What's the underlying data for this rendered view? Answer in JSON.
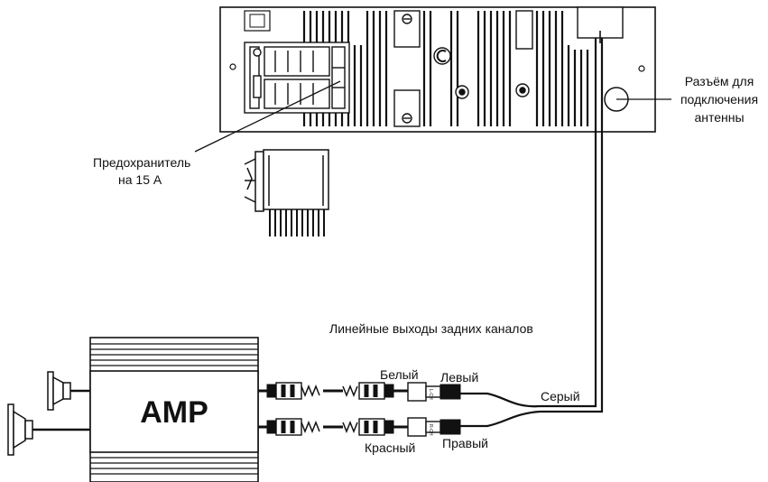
{
  "labels": {
    "antenna_connector": [
      "Разъём для",
      "подключения",
      "антенны"
    ],
    "fuse": [
      "Предохранитель",
      "на 15 А"
    ],
    "rear_line_outputs": "Линейные выходы задних каналов",
    "white": "Белый",
    "left": "Левый",
    "gray": "Серый",
    "red": "Красный",
    "right": "Правый",
    "amp": "AMP",
    "rca_left_mark": "L-CH",
    "rca_right_mark": "R-CH"
  },
  "colors": {
    "line": "#111111",
    "fill_dark": "#1a1a1a",
    "background": "#ffffff"
  },
  "icons": [
    "head-unit-rear-panel",
    "iso-connector-plug",
    "amplifier-box",
    "speaker-icon",
    "rca-plug-icon",
    "antenna-socket-icon",
    "fuse-icon"
  ]
}
